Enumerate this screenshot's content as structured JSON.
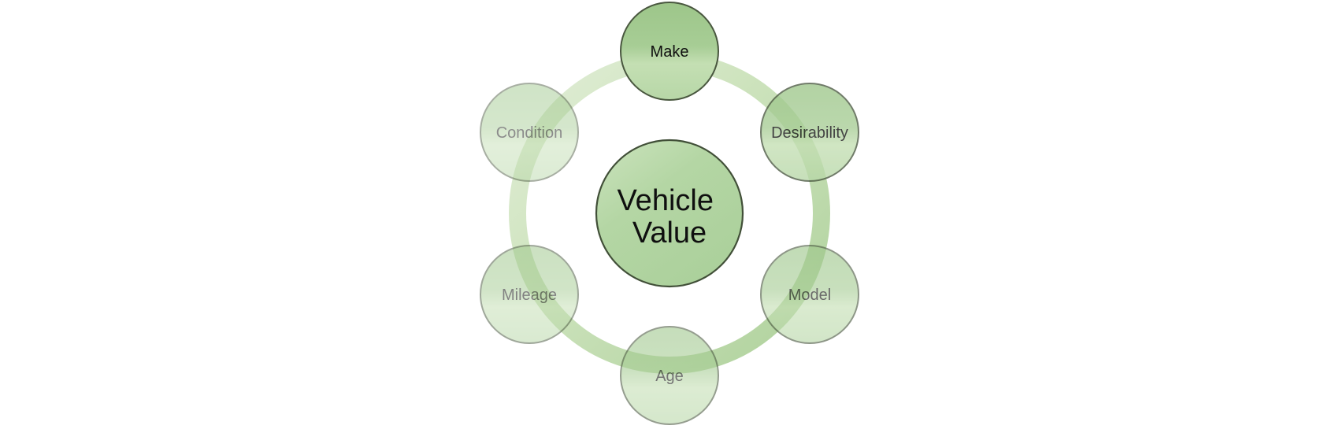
{
  "diagram": {
    "type": "radial-cycle",
    "background": "#ffffff",
    "center": {
      "label": "Vehicle Value",
      "label_lines": {
        "line1": "Vehicle",
        "line2": "Value"
      }
    },
    "nodes": [
      {
        "label": "Make",
        "opacity": 1
      },
      {
        "label": "Desirability",
        "opacity": 0.78
      },
      {
        "label": "Model",
        "opacity": 0.62
      },
      {
        "label": "Age",
        "opacity": 0.58
      },
      {
        "label": "Mileage",
        "opacity": 0.52
      },
      {
        "label": "Condition",
        "opacity": 0.48
      }
    ],
    "colors": {
      "node_fill_top": "#9dc68a",
      "node_fill_mid": "#a7cd95",
      "node_fill_sheen": "#c4dfb3",
      "node_fill_bottom": "#b7d7a7",
      "center_fill_light": "#cbe3bd",
      "center_fill_mid": "#b4d6a4",
      "center_fill_dark": "#abd09b",
      "ring_light": "#e2eed8",
      "ring_mid": "#cfe4bf",
      "ring_dark": "#aed19b",
      "outline": "#49573f",
      "text": "#0f0f0f"
    }
  }
}
